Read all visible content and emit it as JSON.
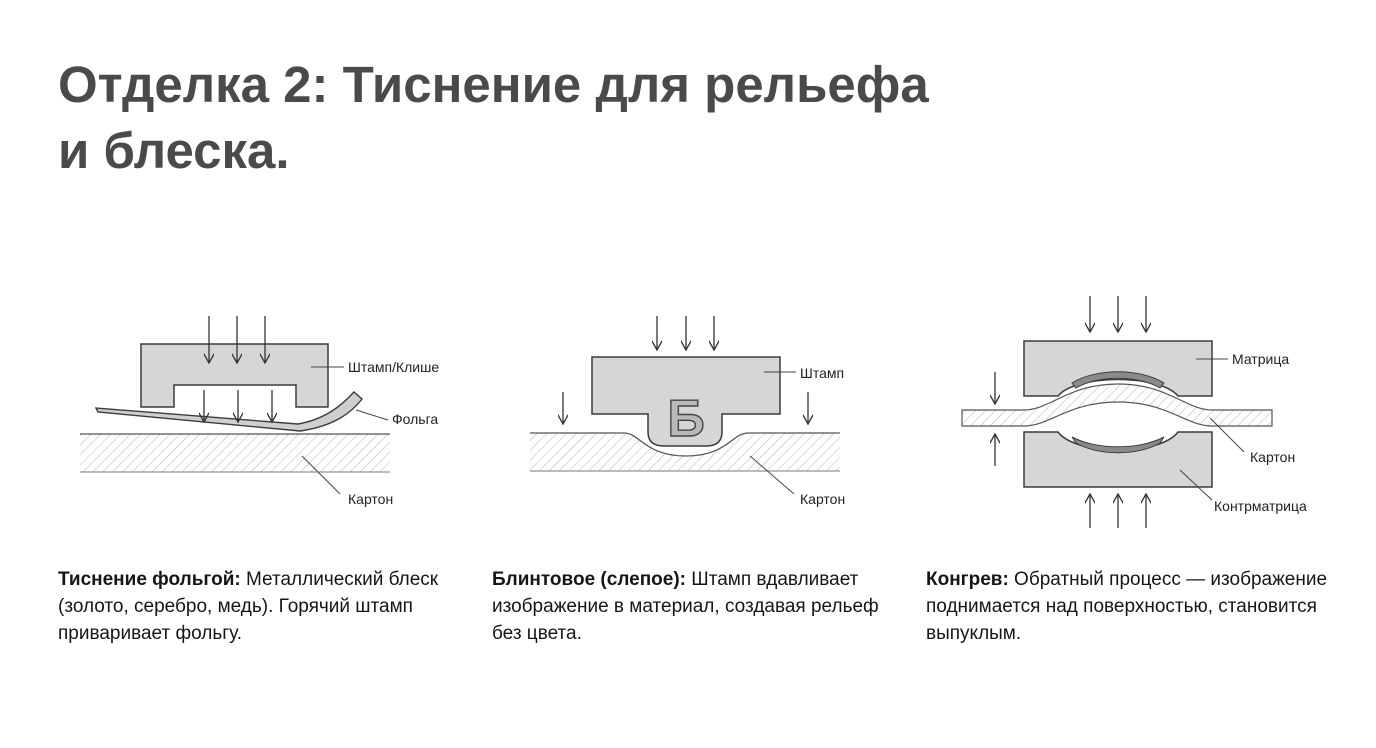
{
  "title": {
    "line1": "Отделка 2: Тиснение для рельефа",
    "line2": "и блеска."
  },
  "diagrams": {
    "foil": {
      "labels": {
        "stamp": "Штамп/Клише",
        "foil": "Фольга",
        "board": "Картон"
      }
    },
    "blind": {
      "labels": {
        "stamp": "Штамп",
        "letter": "Б",
        "board": "Картон"
      }
    },
    "emboss": {
      "labels": {
        "die": "Матрица",
        "board": "Картон",
        "counter": "Контрматрица"
      }
    }
  },
  "captions": [
    {
      "title": "Тиснение фольгой:",
      "text": " Металлический блеск (золото, серебро, медь). Горячий штамп приваривает фольгу."
    },
    {
      "title": "Блинтовое (слепое):",
      "text": " Штамп вдавливает изображение в материал, создавая рельеф без цвета."
    },
    {
      "title": "Конгрев:",
      "text": " Обратный процесс — изображение поднимается над поверхностью, становится выпуклым."
    }
  ],
  "colors": {
    "title": "#4a4a4a",
    "metal_fill": "#d6d6d6",
    "stroke": "#3c3c3c",
    "hatch": "#b4b4b4"
  }
}
